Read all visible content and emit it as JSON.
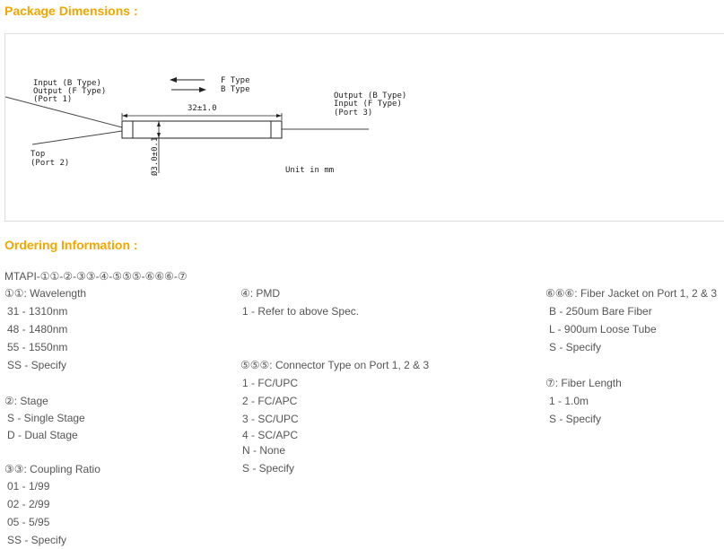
{
  "package": {
    "title": "Package Dimensions :",
    "diagram": {
      "port1_lines": [
        "Input (B Type)",
        "Output (F Type)",
        "(Port 1)"
      ],
      "port2_lines": [
        "Top",
        "(Port 2)"
      ],
      "port3_lines": [
        "Output (B Type)",
        "Input (F Type)",
        "(Port 3)"
      ],
      "f_type": "F Type",
      "b_type": "B Type",
      "length_dim": "32±1.0",
      "diameter_dim": "Ø3.0±0.1",
      "unit": "Unit in mm"
    }
  },
  "ordering": {
    "title": "Ordering Information :",
    "part_number": "MTAPI-①①-②-③③-④-⑤⑤⑤-⑥⑥⑥-⑦",
    "wavelength": {
      "header": "①①: Wavelength",
      "items": [
        "31 - 1310nm",
        "48 - 1480nm",
        "55 - 1550nm",
        "SS - Specify"
      ]
    },
    "stage": {
      "header": "②: Stage",
      "items": [
        "S - Single Stage",
        "D - Dual Stage"
      ]
    },
    "coupling": {
      "header": "③③: Coupling Ratio",
      "items": [
        "01 - 1/99",
        "02 - 2/99",
        "05 - 5/95",
        "SS - Specify"
      ]
    },
    "pmd": {
      "header": "④: PMD",
      "items": [
        "1 - Refer to above Spec."
      ]
    },
    "connector": {
      "header": "⑤⑤⑤: Connector Type on Port 1, 2 & 3",
      "items": [
        "1 - FC/UPC",
        "2 - FC/APC",
        "3 - SC/UPC",
        "4 - SC/APC",
        "N - None",
        "S - Specify"
      ]
    },
    "jacket": {
      "header": "⑥⑥⑥: Fiber Jacket on Port 1, 2 & 3",
      "items": [
        "B - 250um Bare Fiber",
        "L - 900um Loose Tube",
        "S - Specify"
      ]
    },
    "length": {
      "header": "⑦: Fiber Length",
      "items": [
        "1 - 1.0m",
        "S - Specify"
      ]
    }
  }
}
